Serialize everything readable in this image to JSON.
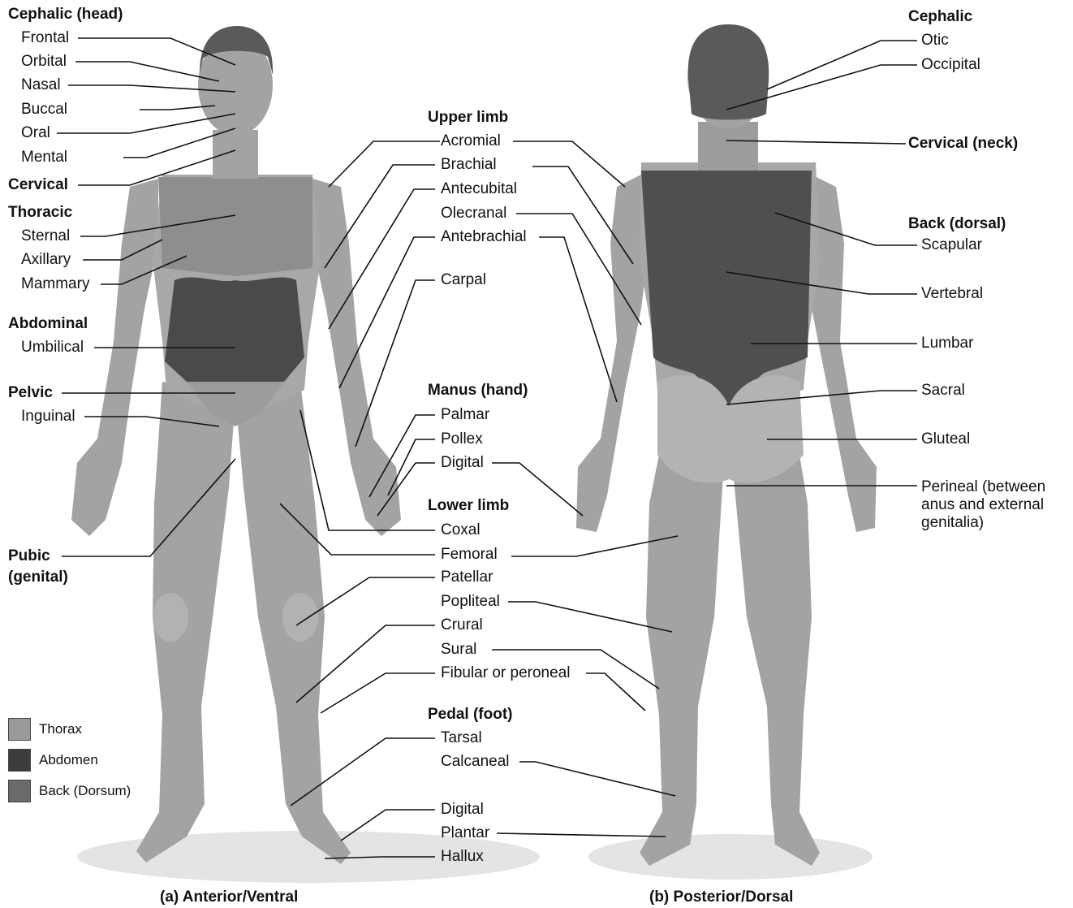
{
  "anterior": {
    "caption": "(a) Anterior/Ventral",
    "labels": {
      "cephalic_head": "Cephalic (head)",
      "frontal": "Frontal",
      "orbital": "Orbital",
      "nasal": "Nasal",
      "buccal": "Buccal",
      "oral": "Oral",
      "mental": "Mental",
      "cervical": "Cervical",
      "thoracic": "Thoracic",
      "sternal": "Sternal",
      "axillary": "Axillary",
      "mammary": "Mammary",
      "abdominal": "Abdominal",
      "umbilical": "Umbilical",
      "pelvic": "Pelvic",
      "inguinal": "Inguinal",
      "pubic": "Pubic",
      "genital": "(genital)"
    }
  },
  "center": {
    "upper_limb": "Upper limb",
    "acromial": "Acromial",
    "brachial": "Brachial",
    "antecubital": "Antecubital",
    "olecranal": "Olecranal",
    "antebrachial": "Antebrachial",
    "carpal": "Carpal",
    "manus": "Manus (hand)",
    "palmar": "Palmar",
    "pollex": "Pollex",
    "digital_hand": "Digital",
    "lower_limb": "Lower limb",
    "coxal": "Coxal",
    "femoral": "Femoral",
    "patellar": "Patellar",
    "popliteal": "Popliteal",
    "crural": "Crural",
    "sural": "Sural",
    "fibular": "Fibular or peroneal",
    "pedal": "Pedal (foot)",
    "tarsal": "Tarsal",
    "calcaneal": "Calcaneal",
    "digital_foot": "Digital",
    "plantar": "Plantar",
    "hallux": "Hallux"
  },
  "posterior": {
    "caption": "(b) Posterior/Dorsal",
    "labels": {
      "cephalic": "Cephalic",
      "otic": "Otic",
      "occipital": "Occipital",
      "cervical_neck": "Cervical (neck)",
      "back_dorsal": "Back (dorsal)",
      "scapular": "Scapular",
      "vertebral": "Vertebral",
      "lumbar": "Lumbar",
      "sacral": "Sacral",
      "gluteal": "Gluteal",
      "perineal": "Perineal (between anus and external genitalia)"
    }
  },
  "legend": [
    {
      "label": "Thorax",
      "color": "#9a9a9a"
    },
    {
      "label": "Abdomen",
      "color": "#3c3c3c"
    },
    {
      "label": "Back (Dorsum)",
      "color": "#6a6a6a"
    }
  ],
  "colors": {
    "body": "#a3a3a3",
    "body_light": "#b4b4b4",
    "thorax": "#8e8e8e",
    "abdomen": "#4a4a4a",
    "back": "#5e5e5e",
    "shadow": "#e6e6e6",
    "hair": "#5a5a5a",
    "line": "#111111"
  }
}
